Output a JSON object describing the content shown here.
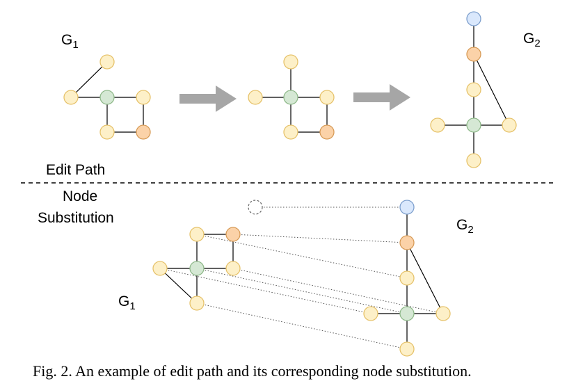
{
  "labels": {
    "g1_top": "G",
    "g1_top_sub": "1",
    "g2_top": "G",
    "g2_top_sub": "2",
    "edit_path": "Edit Path",
    "node_line1": "Node",
    "node_line2": "Substitution",
    "g2_bottom": "G",
    "g2_bottom_sub": "2",
    "g1_bottom": "G",
    "g1_bottom_sub": "1"
  },
  "caption": "Fig. 2.  An example of edit path and its corresponding node substitution.",
  "colors": {
    "yellow_fill": "#fdf0c8",
    "yellow_stroke": "#e6c26a",
    "green_fill": "#d5e8d4",
    "green_stroke": "#8fb98a",
    "orange_fill": "#fbd2a8",
    "orange_stroke": "#d79b57",
    "blue_fill": "#dae8fc",
    "blue_stroke": "#7d9fcd",
    "arrow": "#a6a6a6"
  }
}
